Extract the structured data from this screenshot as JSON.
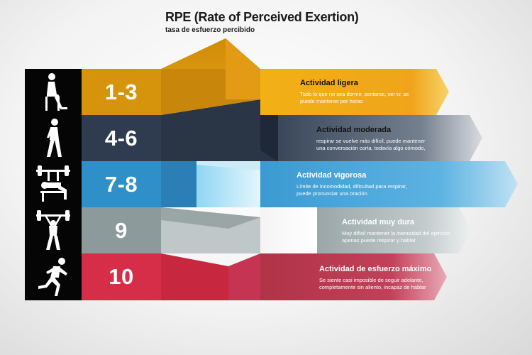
{
  "header": {
    "title": "RPE (Rate of Perceived Exertion)",
    "subtitle": "tasa de esfuerzo percibido"
  },
  "levels": [
    {
      "range": "1-3",
      "name": "Actividad ligera",
      "description_line1": "Todo lo que no sea dormir, sentarse, ver tv, se",
      "description_line2": "puede mantener por horas",
      "icon": "sitting-person-icon",
      "color": "#e39a14"
    },
    {
      "range": "4-6",
      "name": "Actividad moderada",
      "description_line1": "respirar se vuelve más difícil, puede mantener",
      "description_line2": "una conversación corta, todavía algo cómodo,",
      "icon": "walking-person-icon",
      "color": "#2f3c4f"
    },
    {
      "range": "7-8",
      "name": "Actividad vigorosa",
      "description_line1": "Límite de incomodidad, dificultad para respirar,",
      "description_line2": "puede pronunciar una oración",
      "icon": "bench-press-icon",
      "color": "#2e8fc9"
    },
    {
      "range": "9",
      "name": "Actividad muy dura",
      "description_line1": "Muy difícil mantener la intensidad del ejercicio",
      "description_line2": "apenas puede respirar y hablar",
      "icon": "overhead-lift-icon",
      "color": "#8c9a9b"
    },
    {
      "range": "10",
      "name": "Actividad de esfuerzo máximo",
      "description_line1": "Se siente casi imposible de seguir adelante,",
      "description_line2": "completamente sin aliento, incapaz de hablar",
      "icon": "sprinter-icon",
      "color": "#d62e48"
    }
  ]
}
